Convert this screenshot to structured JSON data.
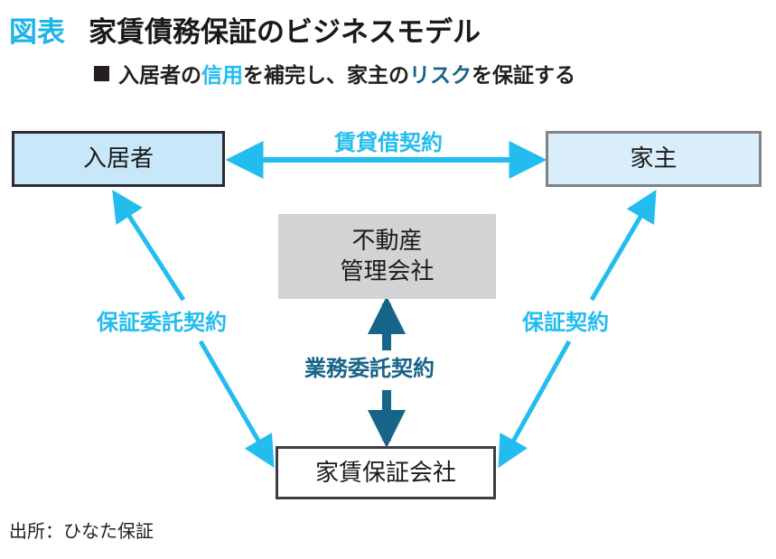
{
  "header": {
    "tag": "図表",
    "title": "家賃債務保証のビジネスモデル",
    "bullet_icon": "square-bullet-icon",
    "subtitle_parts": [
      {
        "text": "入居者の",
        "style": "plain"
      },
      {
        "text": "信用",
        "style": "cyan"
      },
      {
        "text": "を補完し、家主の",
        "style": "plain"
      },
      {
        "text": "リスク",
        "style": "teal"
      },
      {
        "text": "を保証する",
        "style": "plain"
      }
    ],
    "subtitle_full": "■ 入居者の信用を補完し、家主のリスクを保証する"
  },
  "diagram": {
    "nodes": [
      {
        "id": "tenant",
        "label": "入居者",
        "fill": "#C8E8F9",
        "border": "#2b2b33"
      },
      {
        "id": "landlord",
        "label": "家主",
        "fill": "#DAEDFA",
        "border": "#7d8389"
      },
      {
        "id": "mgmt",
        "label": "不動産\n管理会社",
        "line1": "不動産",
        "line2": "管理会社",
        "fill": "#D2D3D4",
        "border": "none"
      },
      {
        "id": "guarantor",
        "label": "家賃保証会社",
        "fill": "#FFFFFF",
        "border": "#3c3c44"
      }
    ],
    "edges": [
      {
        "id": "lease",
        "label": "賃貸借契約",
        "from": "tenant",
        "to": "landlord",
        "color": "#22BDEE",
        "arrow": "double"
      },
      {
        "id": "entrust",
        "label": "保証委託契約",
        "from": "tenant",
        "to": "guarantor",
        "color": "#22BDEE",
        "arrow": "double"
      },
      {
        "id": "guarantee",
        "label": "保証契約",
        "from": "landlord",
        "to": "guarantor",
        "color": "#22BDEE",
        "arrow": "double"
      },
      {
        "id": "outsourcing",
        "label": "業務委託契約",
        "from": "mgmt",
        "to": "guarantor",
        "color": "#166488",
        "arrow": "double"
      }
    ]
  },
  "footer": {
    "source": "出所：ひなた保証"
  },
  "colors": {
    "cyan": "#22BDEE",
    "teal": "#166488",
    "tenant_fill": "#C8E8F9",
    "landlord_fill": "#DAEDFA",
    "mgmt_fill": "#D2D3D4",
    "text": "#231f20"
  }
}
